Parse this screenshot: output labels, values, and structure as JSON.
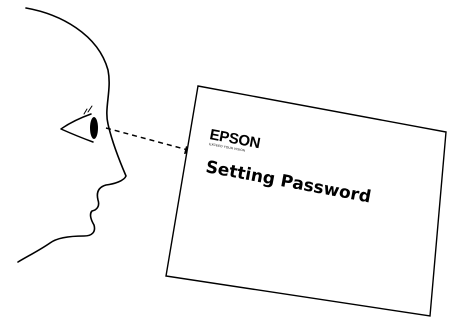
{
  "document": {
    "brand": "EPSON",
    "tagline": "EXCEED YOUR VISION",
    "title": "Setting Password"
  },
  "colors": {
    "stroke": "#000000",
    "background": "#ffffff"
  },
  "icons": {
    "viewer": "face-profile-icon",
    "eye": "eye-icon",
    "line_of_sight": "dashed-arrow-icon"
  }
}
